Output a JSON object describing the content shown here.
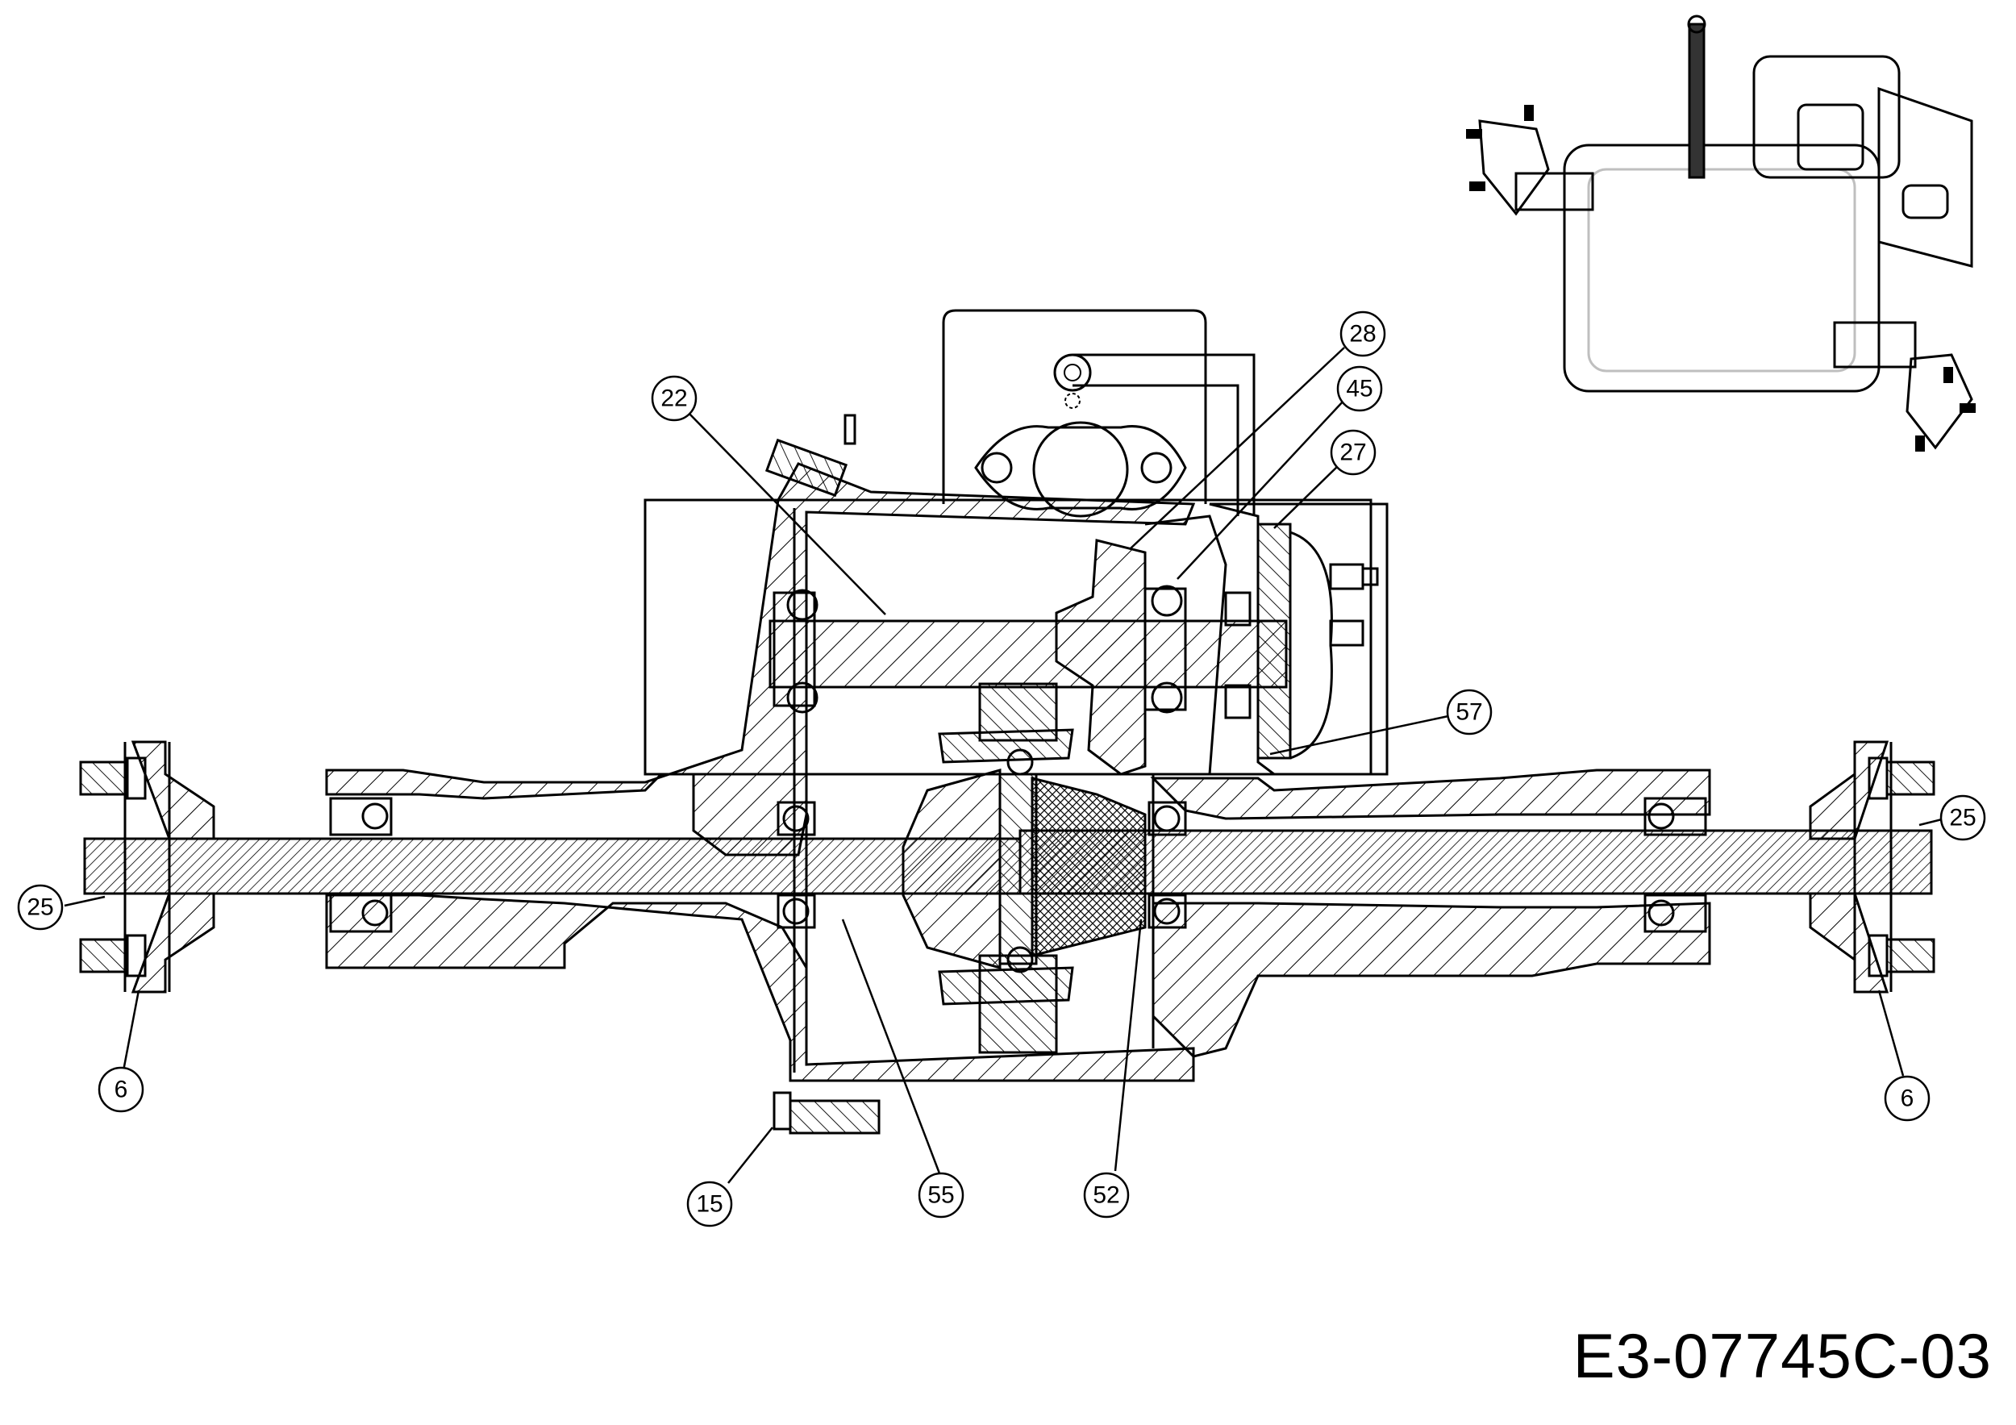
{
  "drawing_number": "E3-07745C-03",
  "callouts": [
    {
      "id": "c22",
      "label": "22"
    },
    {
      "id": "c28",
      "label": "28"
    },
    {
      "id": "c45",
      "label": "45"
    },
    {
      "id": "c27",
      "label": "27"
    },
    {
      "id": "c57",
      "label": "57"
    },
    {
      "id": "c25r",
      "label": "25"
    },
    {
      "id": "c25l",
      "label": "25"
    },
    {
      "id": "c6l",
      "label": "6"
    },
    {
      "id": "c6r",
      "label": "6"
    },
    {
      "id": "c15",
      "label": "15"
    },
    {
      "id": "c55",
      "label": "55"
    },
    {
      "id": "c52",
      "label": "52"
    }
  ]
}
